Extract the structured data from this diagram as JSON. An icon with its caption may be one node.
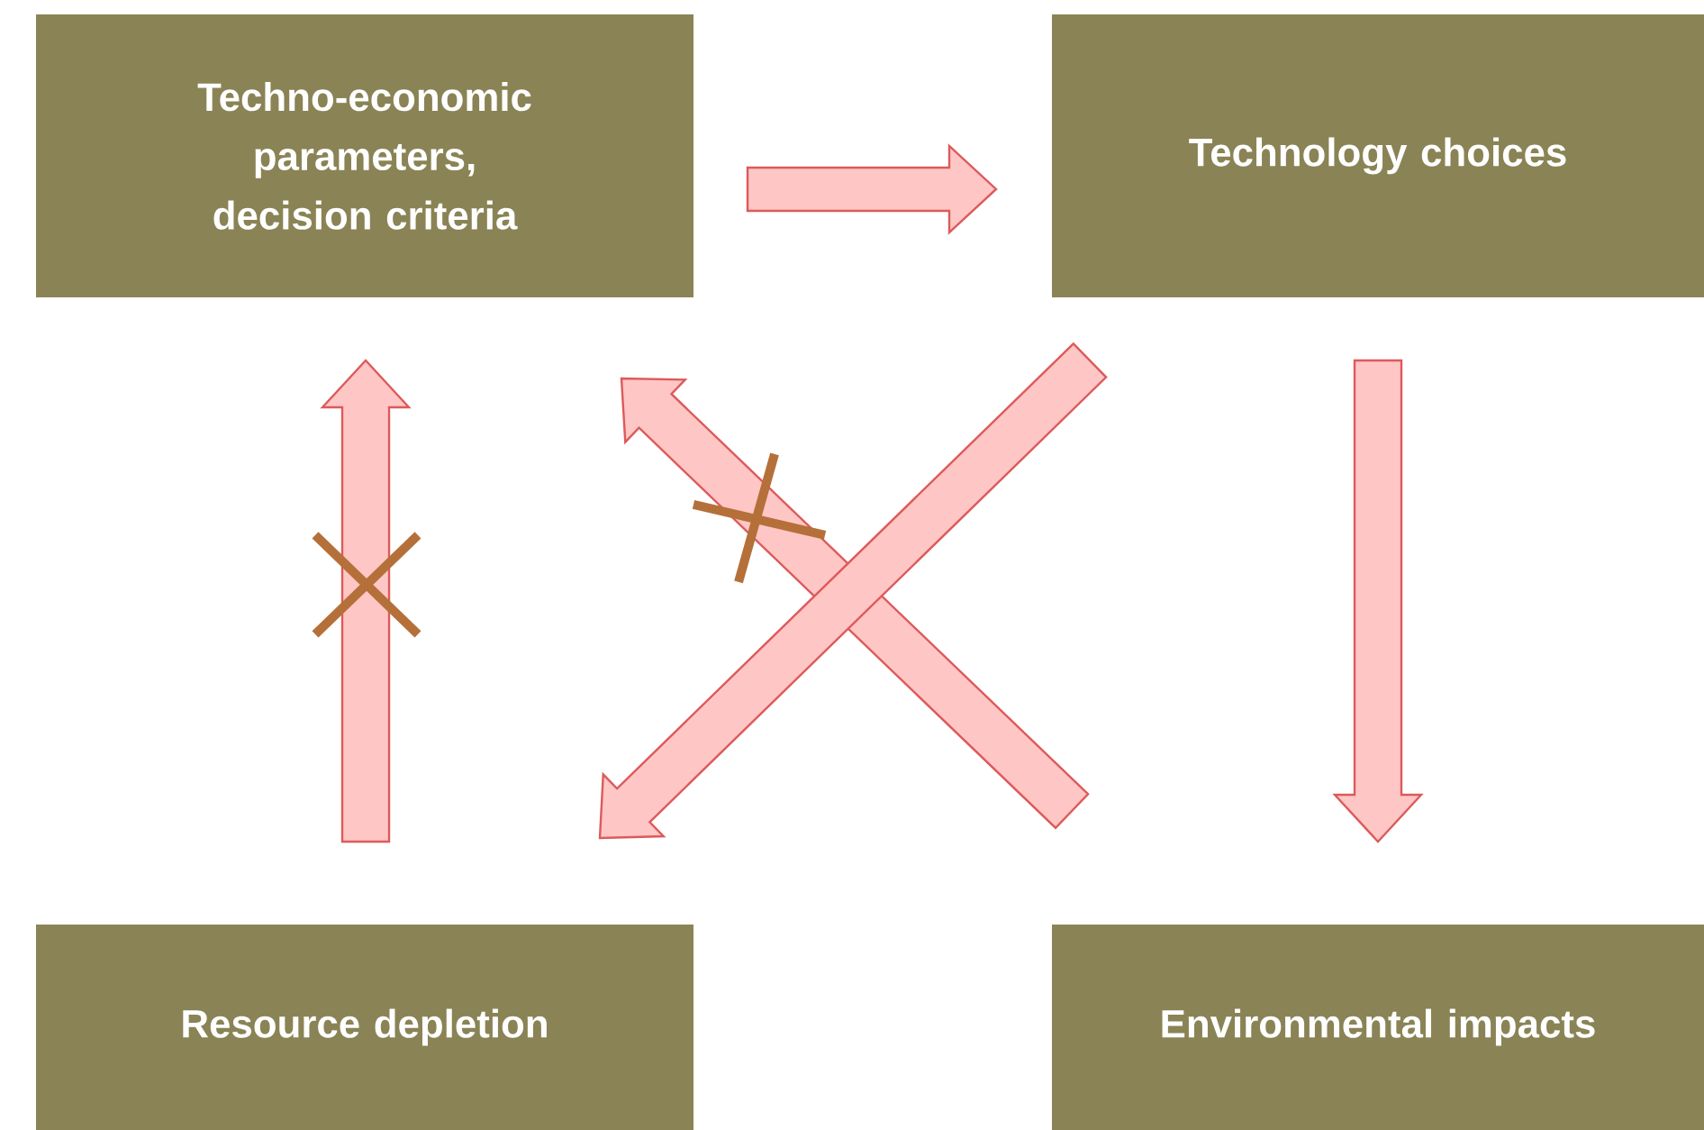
{
  "diagram": {
    "nodes": [
      {
        "text": [
          "Techno-economic parameters, decision criteria"
        ]
      },
      {
        "text": [
          "Technology choices"
        ]
      },
      {
        "text": [
          "Resource depletion"
        ]
      },
      {
        "text": [
          "Environmental impacts"
        ]
      }
    ],
    "edges": [
      {
        "from": 0,
        "to": 1,
        "arrow": "to"
      },
      {
        "from": 1,
        "to": 3,
        "arrow": "to"
      },
      {
        "from": 2,
        "to": 0,
        "arrow": "to"
      },
      {
        "from": 3,
        "to": 0,
        "arrow": "to"
      },
      {
        "from": 1,
        "to": 2,
        "arrow": "to"
      }
    ]
  }
}
